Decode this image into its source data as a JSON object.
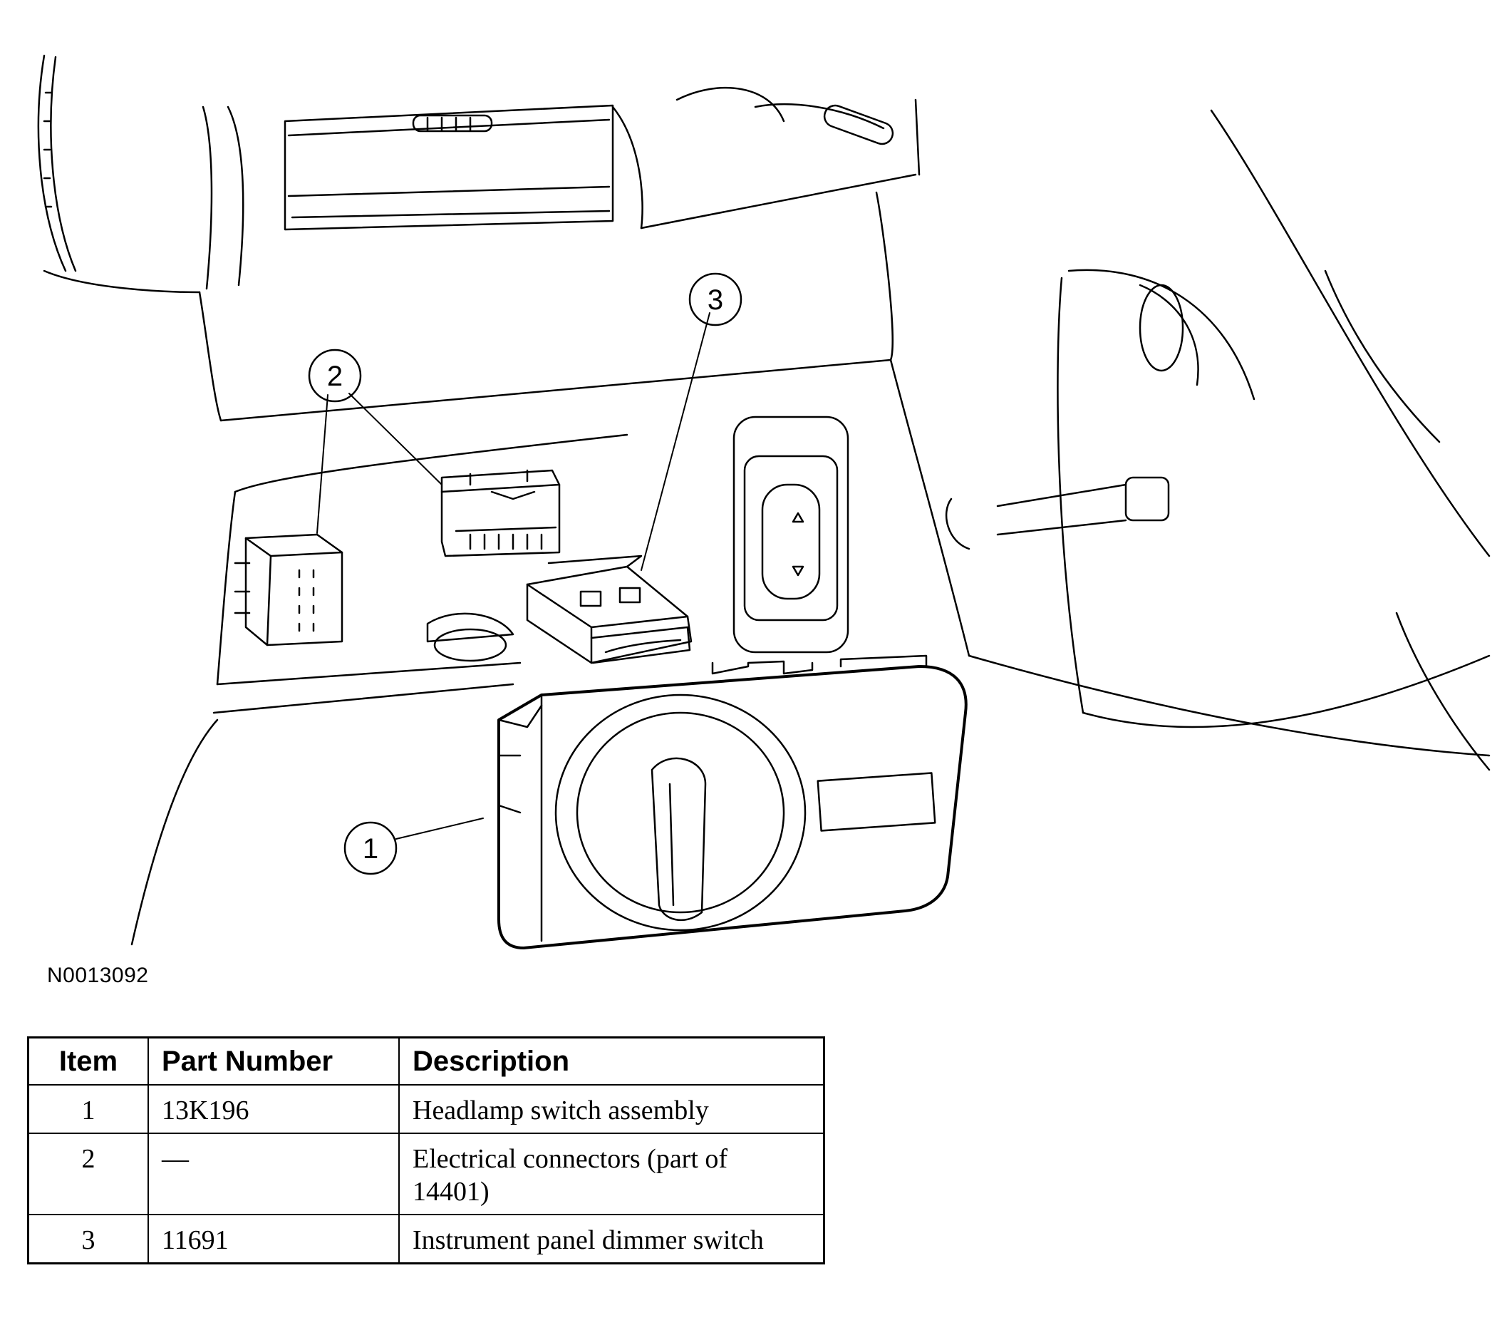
{
  "figure_id": "N0013092",
  "callouts": [
    "1",
    "2",
    "3"
  ],
  "table": {
    "headers": [
      "Item",
      "Part Number",
      "Description"
    ],
    "rows": [
      {
        "item": "1",
        "part_number": "13K196",
        "description": "Headlamp switch assembly"
      },
      {
        "item": "2",
        "part_number": "—",
        "description": "Electrical connectors (part of 14401)"
      },
      {
        "item": "3",
        "part_number": "11691",
        "description": "Instrument panel dimmer switch"
      }
    ]
  }
}
